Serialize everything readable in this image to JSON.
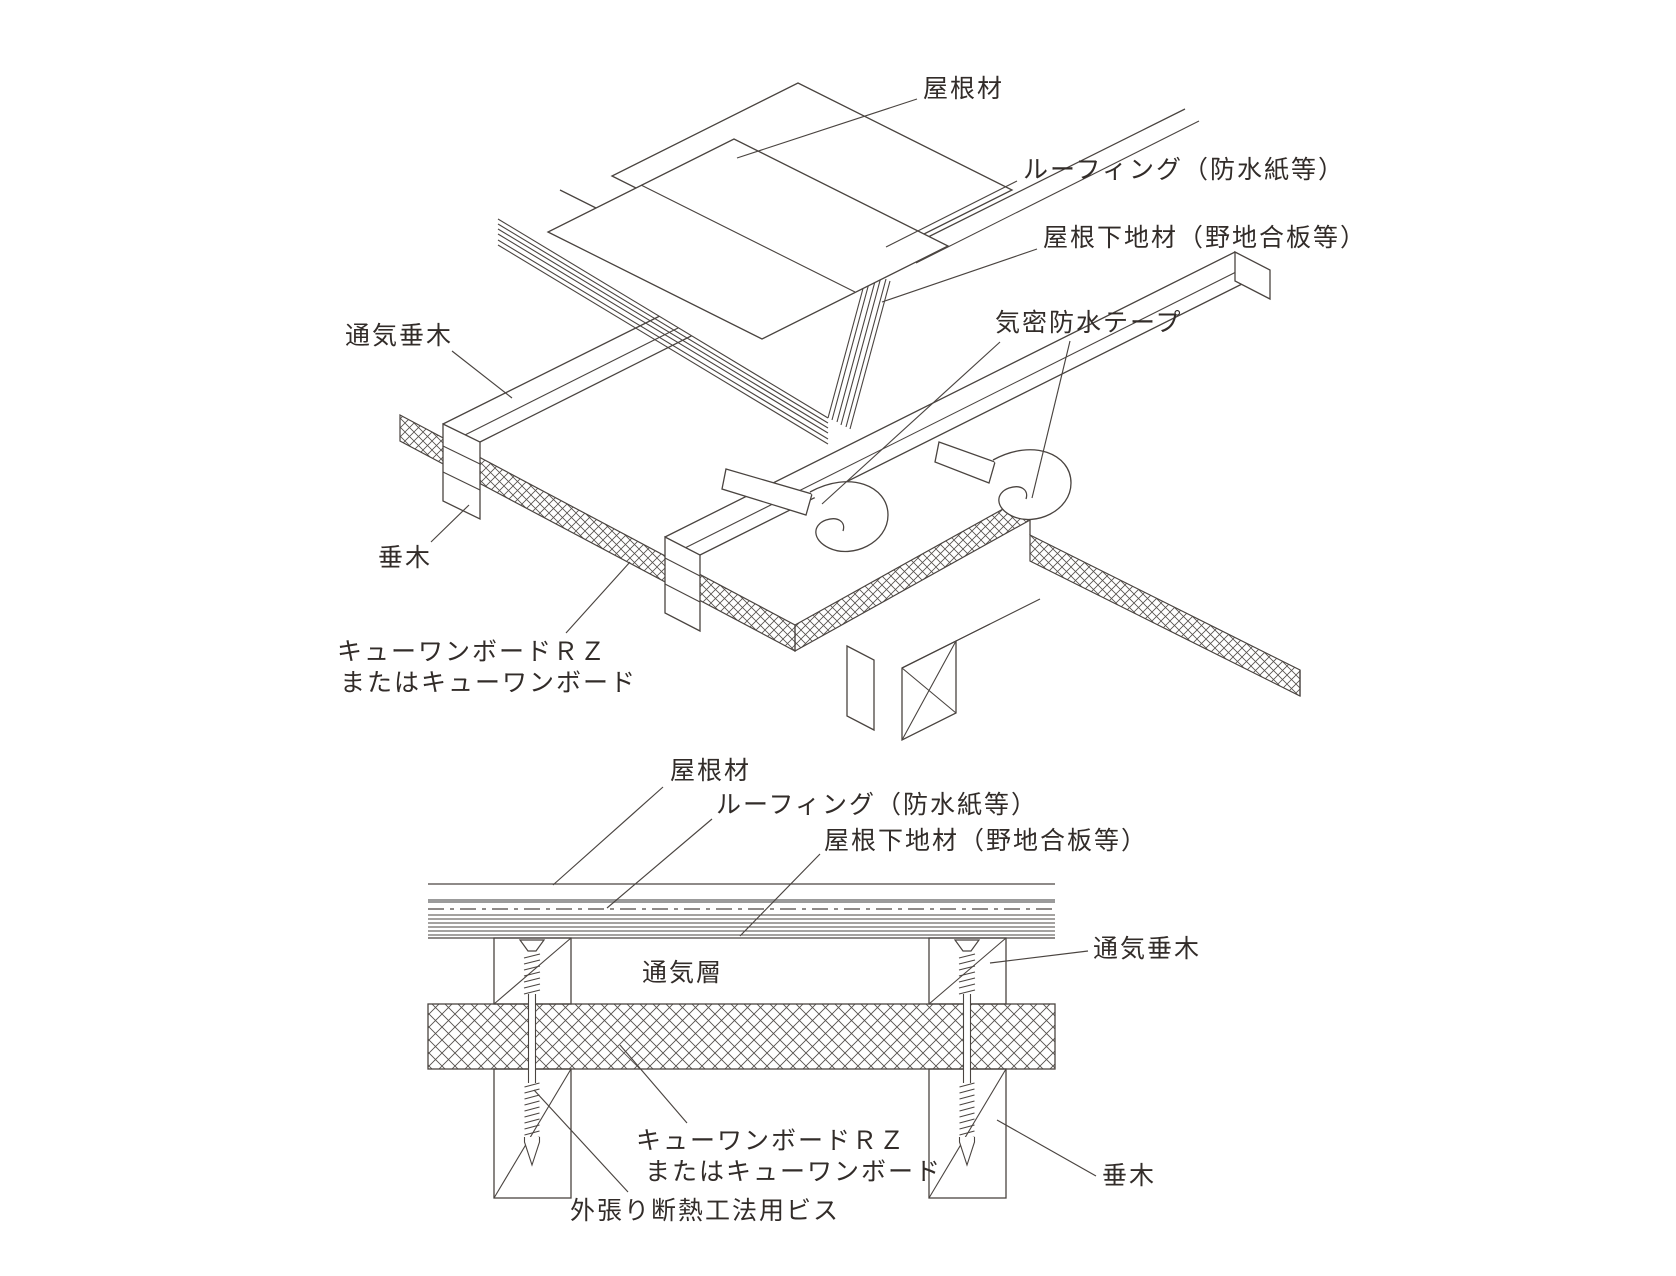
{
  "figure": {
    "type": "construction-detail-diagram",
    "background": "#ffffff",
    "line_color": "#4a4440",
    "gray_layer_color": "#9b9b9b",
    "text_color": "#322c29",
    "views": [
      "isometric assembly (top)",
      "cross section (bottom)"
    ]
  },
  "top_diagram": {
    "labels": {
      "roof_material": "屋根材",
      "roofing": "ルーフィング（防水紙等）",
      "roof_substrate": "屋根下地材（野地合板等）",
      "airtight_tape": "気密防水テープ",
      "vent_rafter": "通気垂木",
      "rafter": "垂木",
      "q1_board_line1": "キューワンボードＲＺ",
      "q1_board_line2": "またはキューワンボード"
    }
  },
  "bottom_diagram": {
    "labels": {
      "roof_material": "屋根材",
      "roofing": "ルーフィング（防水紙等）",
      "roof_substrate": "屋根下地材（野地合板等）",
      "vent_layer": "通気層",
      "vent_rafter": "通気垂木",
      "rafter": "垂木",
      "q1_board_line1": "キューワンボードＲＺ",
      "q1_board_line2": "またはキューワンボード",
      "insulation_screw": "外張り断熱工法用ビス"
    }
  }
}
